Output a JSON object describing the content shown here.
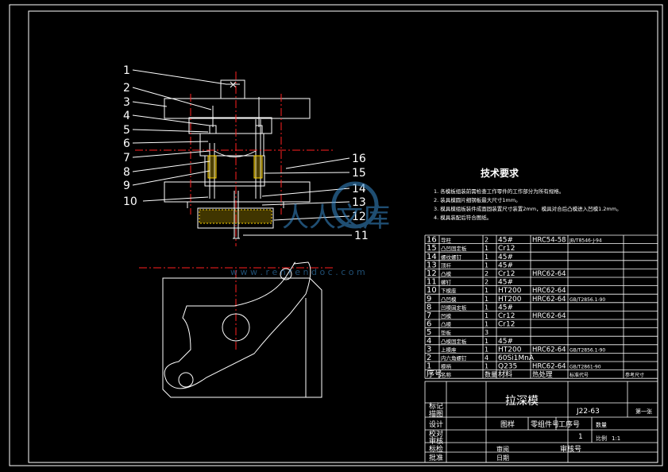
{
  "callouts": [
    "1",
    "2",
    "3",
    "4",
    "5",
    "6",
    "7",
    "8",
    "9",
    "10",
    "11",
    "12",
    "13",
    "14",
    "15",
    "16"
  ],
  "tech_requirements": {
    "title": "技术要求",
    "items": [
      "1. 各模板组装前需检查工作零件的工作部分为所有规格。",
      "2. 装具模圆片细钢板最大尺寸1mm。",
      "3. 模具模组板装件成面固装置尺寸装置2mm，模具对合后凸模进入凹模1.2mm。",
      "4. 模具装配后符合图纸。"
    ]
  },
  "watermark": {
    "text": "人人文库",
    "url": "w w w . r e n r e n d o c . c o m"
  },
  "bom": [
    {
      "no": "16",
      "name": "导柱",
      "qty": "2",
      "material": "45#",
      "heat": "HRC54-58",
      "std": "JB/T8546-J-94"
    },
    {
      "no": "15",
      "name": "凸凹固定板",
      "qty": "1",
      "material": "Cr12",
      "heat": "",
      "std": ""
    },
    {
      "no": "14",
      "name": "螺纹螺钉",
      "qty": "1",
      "material": "45#",
      "heat": "",
      "std": ""
    },
    {
      "no": "13",
      "name": "顶杆",
      "qty": "1",
      "material": "45#",
      "heat": "",
      "std": ""
    },
    {
      "no": "12",
      "name": "凸模",
      "qty": "2",
      "material": "Cr12",
      "heat": "HRC62-64",
      "std": ""
    },
    {
      "no": "11",
      "name": "螺钉",
      "qty": "2",
      "material": "45#",
      "heat": "",
      "std": ""
    },
    {
      "no": "10",
      "name": "下模座",
      "qty": "1",
      "material": "HT200",
      "heat": "HRC62-64",
      "std": ""
    },
    {
      "no": "9",
      "name": "凸凹模",
      "qty": "1",
      "material": "HT200",
      "heat": "HRC62-64",
      "std": "GB/T2856.1-90"
    },
    {
      "no": "8",
      "name": "凹模固定板",
      "qty": "1",
      "material": "45#",
      "heat": "",
      "std": ""
    },
    {
      "no": "7",
      "name": "凹模",
      "qty": "1",
      "material": "Cr12",
      "heat": "HRC62-64",
      "std": ""
    },
    {
      "no": "6",
      "name": "凸模",
      "qty": "1",
      "material": "Cr12",
      "heat": "",
      "std": ""
    },
    {
      "no": "5",
      "name": "垫板",
      "qty": "3",
      "material": "",
      "heat": "",
      "std": ""
    },
    {
      "no": "4",
      "name": "凸模固定板",
      "qty": "1",
      "material": "45#",
      "heat": "",
      "std": ""
    },
    {
      "no": "3",
      "name": "上模座",
      "qty": "1",
      "material": "HT200",
      "heat": "HRC62-64",
      "std": "GB/T2856.1-90"
    },
    {
      "no": "2",
      "name": "内六角螺钉",
      "qty": "4",
      "material": "60Si1MnA",
      "heat": "",
      "std": ""
    },
    {
      "no": "1",
      "name": "模柄",
      "qty": "1",
      "material": "Q235",
      "heat": "HRC62-64",
      "std": "GB/T2861-90"
    }
  ],
  "bom_header": {
    "no": "序号",
    "name": "名称",
    "qty": "数量",
    "material": "材料",
    "heat": "热处理",
    "std": "标准代号",
    "note": "参考尺寸"
  },
  "title_block": {
    "drawing_title": "拉深模",
    "drawing_no": "J22-63",
    "sheet": "第一张",
    "left_labels": [
      "标记",
      "描图",
      "设计",
      "校对",
      "审核",
      "标检",
      "批准"
    ],
    "part_name_label": "图样",
    "part_no_label": "零组件号",
    "process_no_label": "工序号",
    "qty_label": "数量",
    "qty_value": "1",
    "scale_label": "比例",
    "scale_value": "1:1",
    "revision": "审阅",
    "date": "日期",
    "bottom_label": "审核号"
  }
}
